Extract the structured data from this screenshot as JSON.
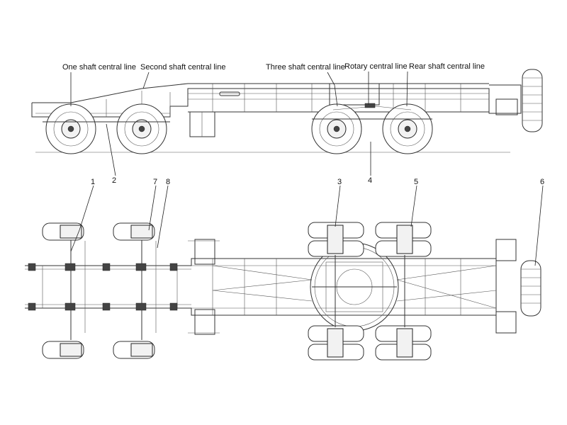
{
  "side_view_labels": {
    "one_shaft": "One shaft central line",
    "second_shaft": "Second shaft central line",
    "three_shaft": "Three shaft central line",
    "rotary": "Rotary central line",
    "rear_shaft": "Rear shaft central line"
  },
  "part_numbers": {
    "n1": "1",
    "n2": "2",
    "n3": "3",
    "n4": "4",
    "n5": "5",
    "n6": "6",
    "n7": "7",
    "n8": "8"
  }
}
